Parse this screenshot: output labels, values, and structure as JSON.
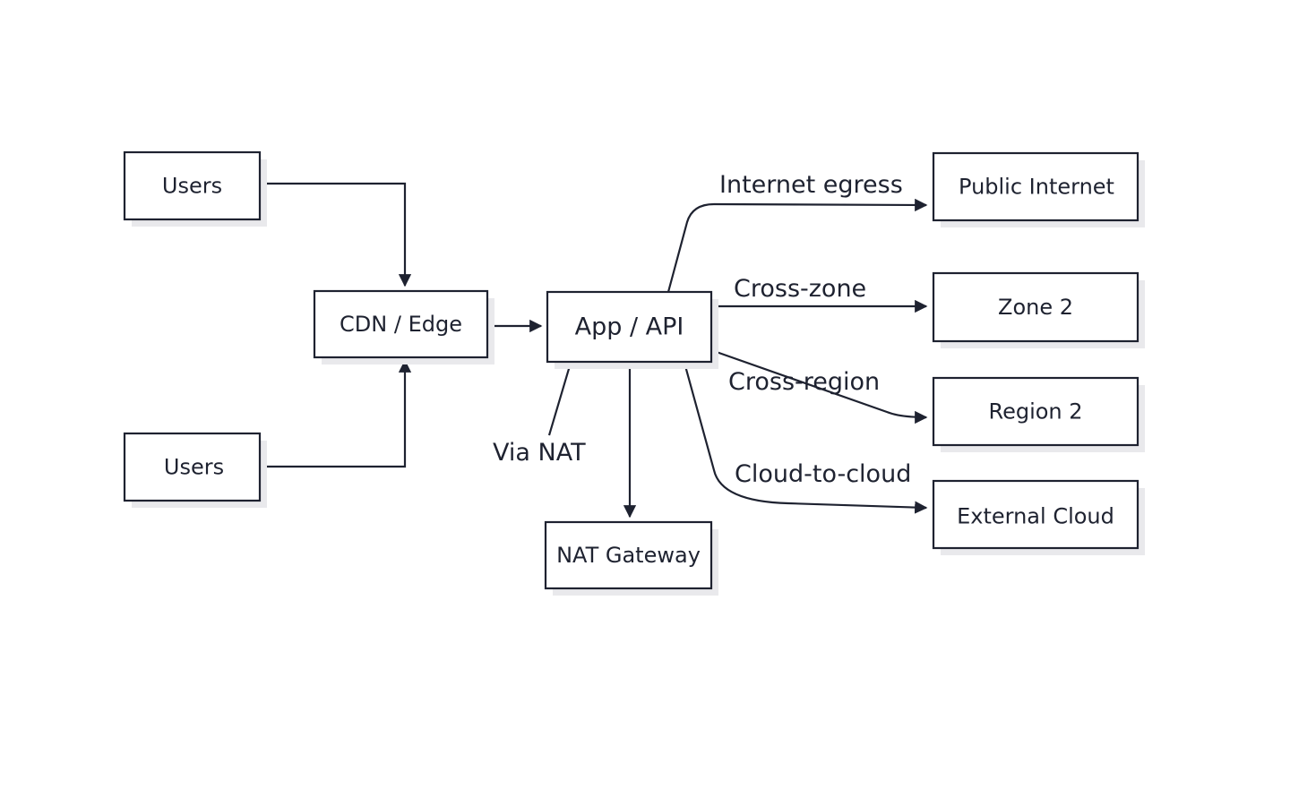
{
  "diagram": {
    "nodes": {
      "users_top": "Users",
      "users_bottom": "Users",
      "cdn_edge": "CDN / Edge",
      "app_api": "App / API",
      "nat_gateway": "NAT Gateway",
      "public_internet": "Public Internet",
      "zone_2": "Zone 2",
      "region_2": "Region 2",
      "external_cloud": "External Cloud"
    },
    "edges": {
      "internet_egress": "Internet egress",
      "cross_zone": "Cross-zone",
      "cross_region": "Cross-region",
      "cloud_to_cloud": "Cloud-to-cloud",
      "via_nat": "Via NAT"
    }
  }
}
